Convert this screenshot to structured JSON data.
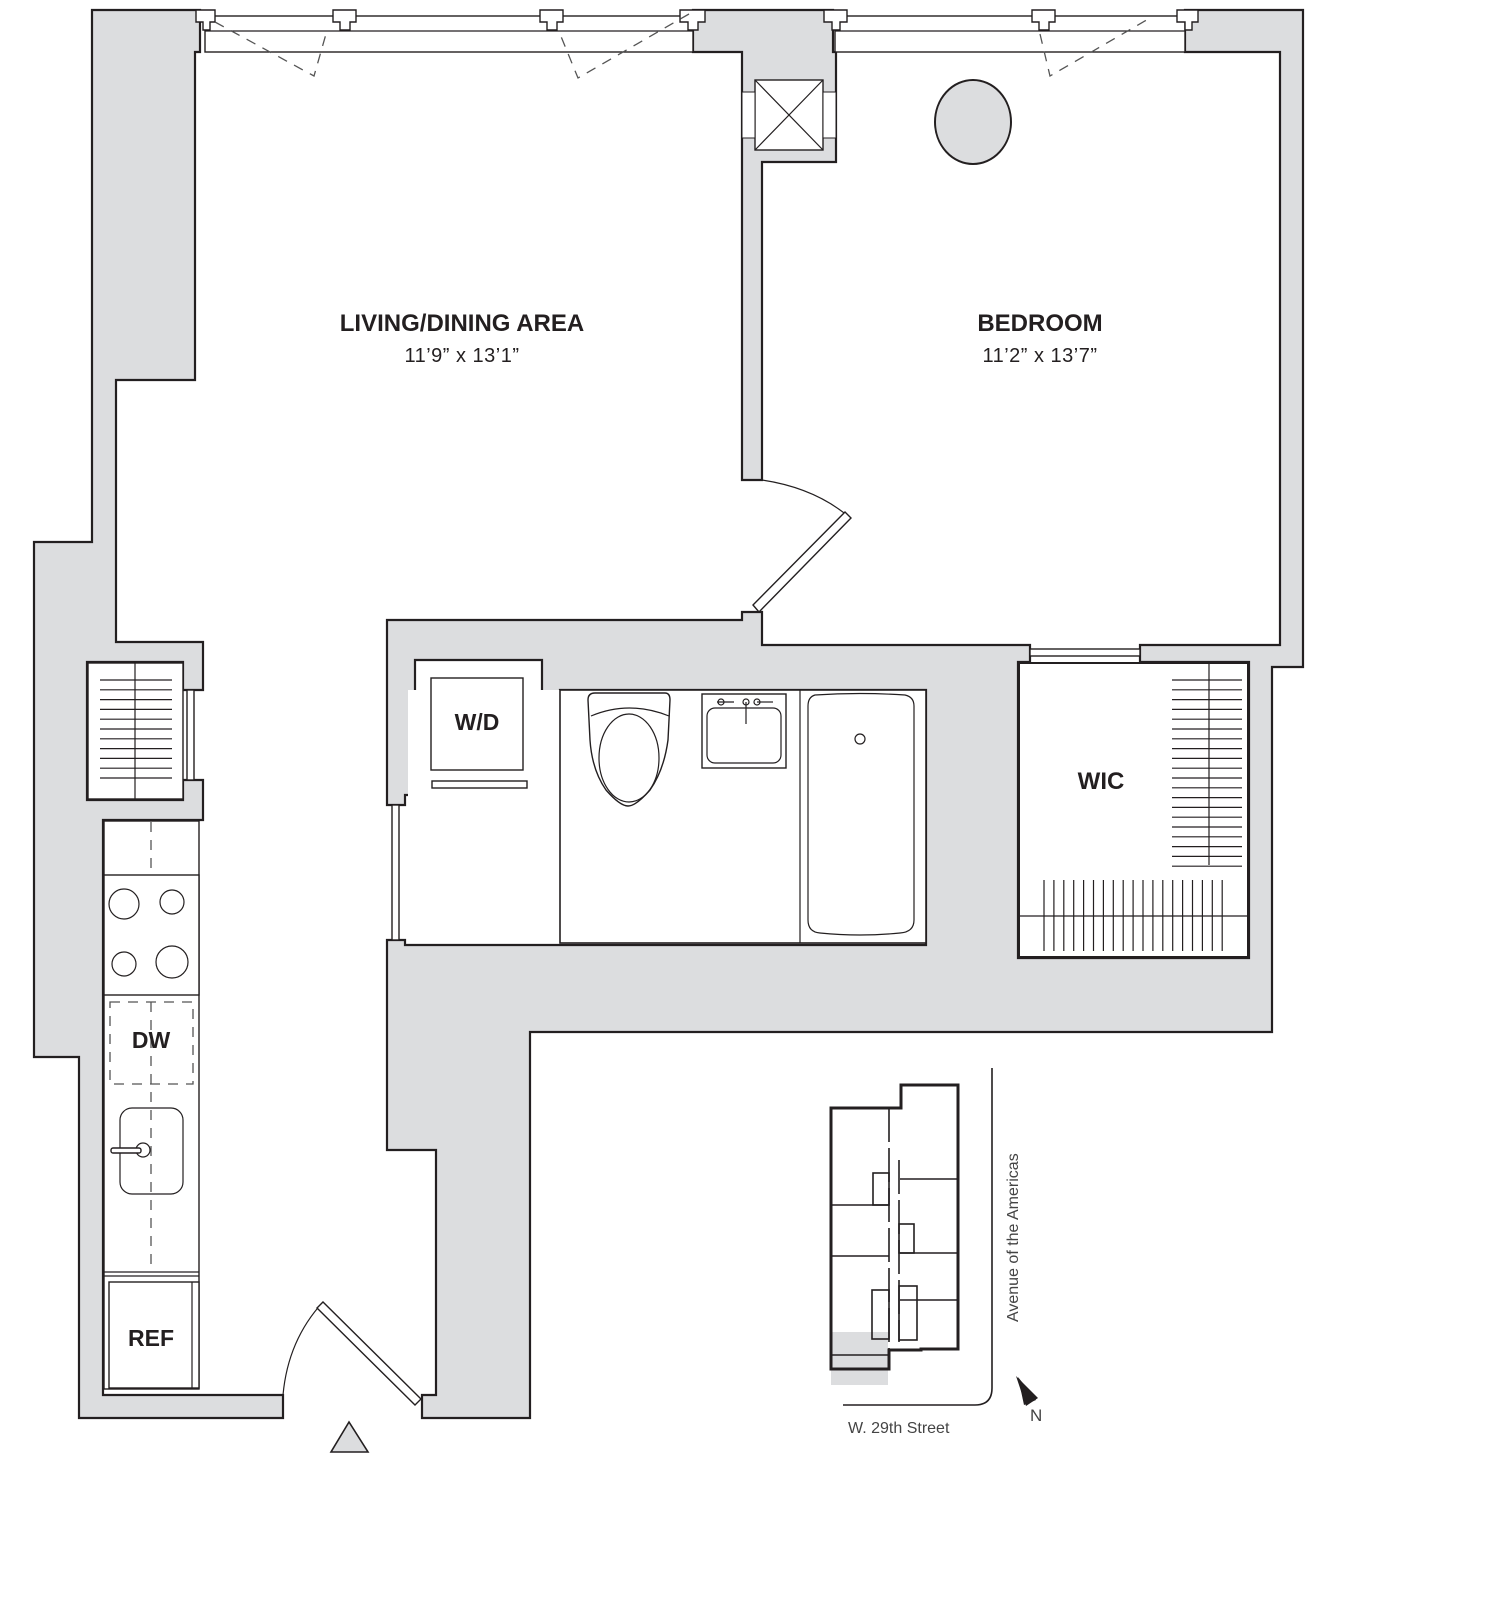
{
  "floor_plan": {
    "rooms": [
      {
        "id": "living",
        "name": "LIVING/DINING AREA",
        "dimensions": "11’9” x 13’1”"
      },
      {
        "id": "bedroom",
        "name": "BEDROOM",
        "dimensions": "11’2” x 13’7”"
      },
      {
        "id": "wic",
        "name": "WIC"
      }
    ],
    "fixtures": {
      "washer_dryer": "W/D",
      "dishwasher": "DW",
      "refrigerator": "REF"
    },
    "entry_marker": "entry-triangle",
    "colors": {
      "wall_fill": "#dcdddf",
      "line": "#231f20",
      "background": "#ffffff"
    }
  },
  "key_plan": {
    "streets": {
      "avenue": "Avenue of the Americas",
      "cross_street": "W. 29th Street"
    },
    "north_label": "N",
    "highlighted_unit_color": "#dcdddf"
  }
}
